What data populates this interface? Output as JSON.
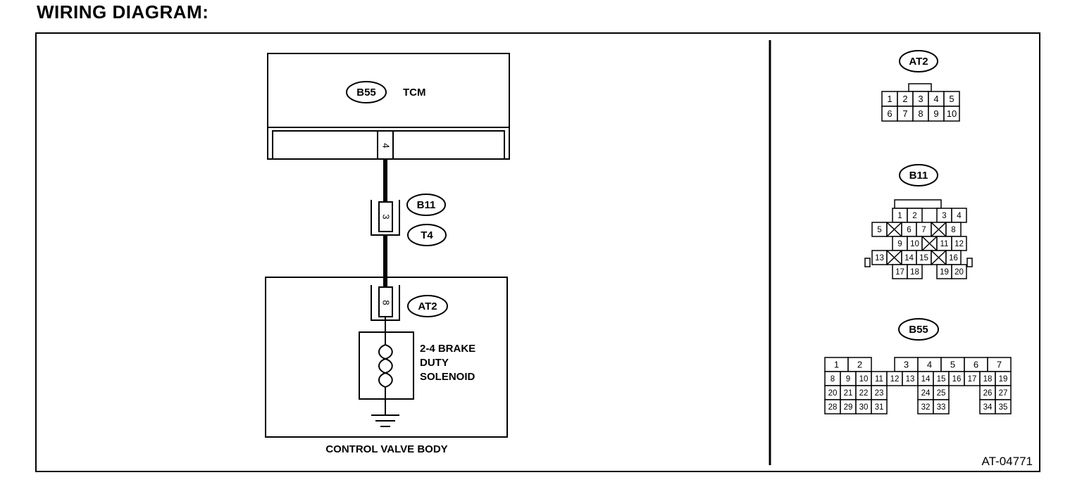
{
  "page": {
    "heading": "WIRING DIAGRAM:",
    "figure_id": "AT-04771"
  },
  "tcm": {
    "connector": "B55",
    "label": "TCM",
    "pin": "4"
  },
  "harness": {
    "joint_pin": "3",
    "connector_a": "B11",
    "connector_b": "T4"
  },
  "valve_body": {
    "connector": "AT2",
    "pin": "8",
    "solenoid_line1": "2-4 BRAKE",
    "solenoid_line2": "DUTY",
    "solenoid_line3": "SOLENOID",
    "label": "CONTROL VALVE BODY"
  },
  "connector_views": {
    "at2": {
      "name": "AT2",
      "pins": [
        "1",
        "2",
        "3",
        "4",
        "5",
        "6",
        "7",
        "8",
        "9",
        "10"
      ]
    },
    "b11": {
      "name": "B11",
      "pins": [
        "1",
        "2",
        "3",
        "4",
        "5",
        "6",
        "7",
        "8",
        "9",
        "10",
        "11",
        "12",
        "13",
        "14",
        "15",
        "16",
        "17",
        "18",
        "19",
        "20"
      ]
    },
    "b55": {
      "name": "B55",
      "pins": [
        "1",
        "2",
        "3",
        "4",
        "5",
        "6",
        "7",
        "8",
        "9",
        "10",
        "11",
        "12",
        "13",
        "14",
        "15",
        "16",
        "17",
        "18",
        "19",
        "20",
        "21",
        "22",
        "23",
        "24",
        "25",
        "26",
        "27",
        "28",
        "29",
        "30",
        "31",
        "32",
        "33",
        "34",
        "35"
      ]
    }
  }
}
